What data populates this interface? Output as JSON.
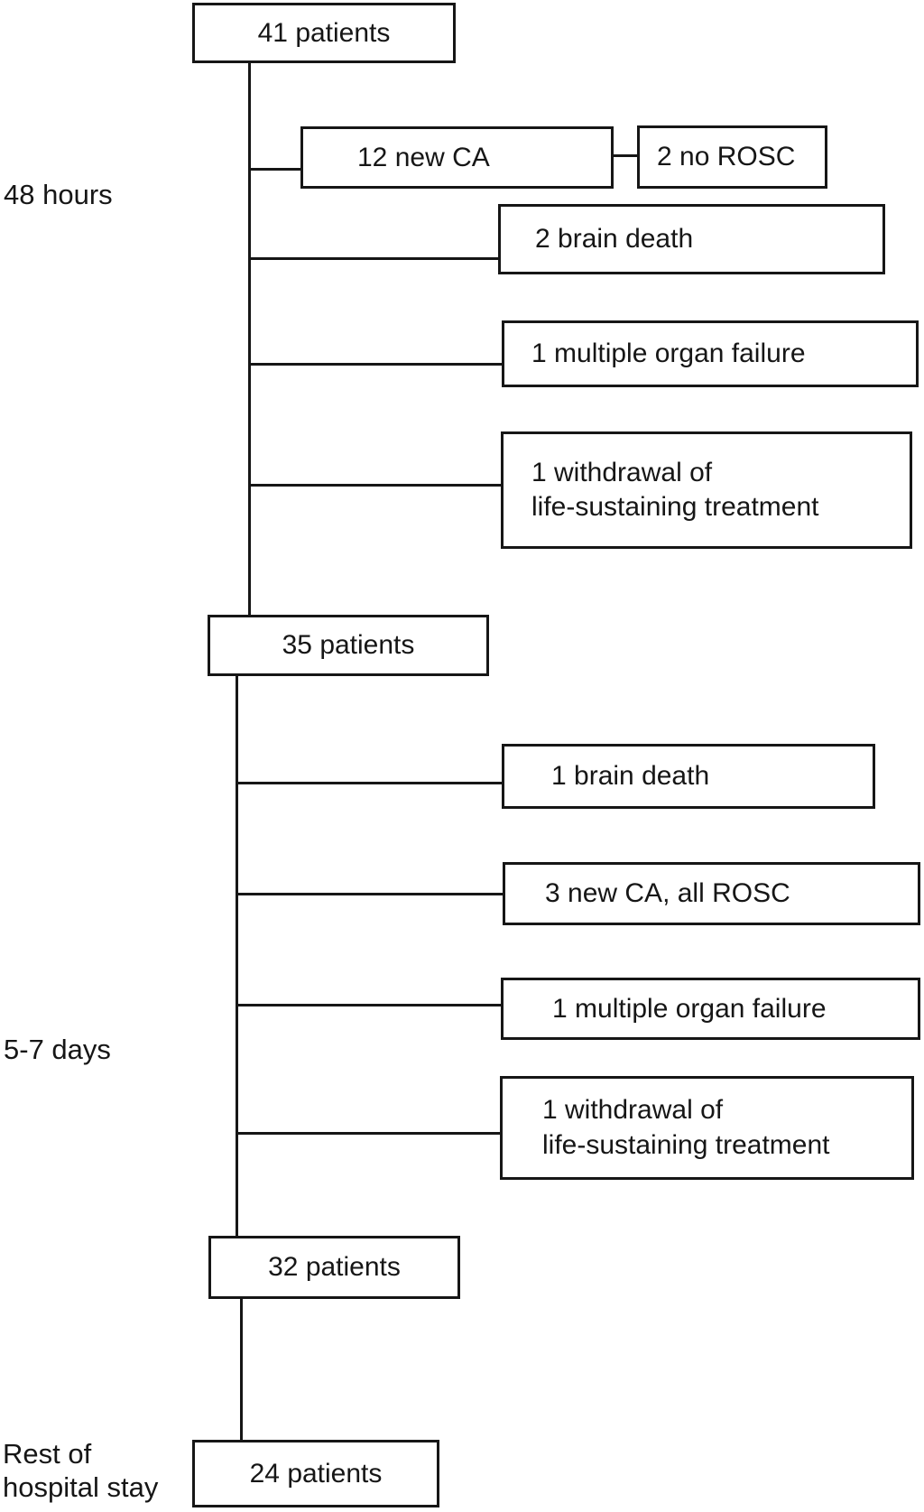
{
  "colors": {
    "ink": "#161616",
    "background": "#ffffff"
  },
  "flow": {
    "start": {
      "label": "41 patients"
    },
    "stage1": {
      "time_label": "48 hours",
      "exits": [
        {
          "label": "12 new CA",
          "outcome": "2 no ROSC"
        },
        {
          "label": "2 brain death"
        },
        {
          "label": "1 multiple organ failure"
        },
        {
          "label_line1": "1 withdrawal of",
          "label_line2": "life-sustaining treatment"
        }
      ],
      "result": "35 patients"
    },
    "stage2": {
      "time_label": "5-7 days",
      "exits": [
        {
          "label": "1 brain death"
        },
        {
          "label": "3 new CA, all ROSC"
        },
        {
          "label": "1 multiple organ failure"
        },
        {
          "label_line1": "1 withdrawal of",
          "label_line2": "life-sustaining treatment"
        }
      ],
      "result": "32 patients"
    },
    "stage3": {
      "time_label_line1": "Rest of",
      "time_label_line2": "hospital stay",
      "result": "24 patients"
    }
  }
}
